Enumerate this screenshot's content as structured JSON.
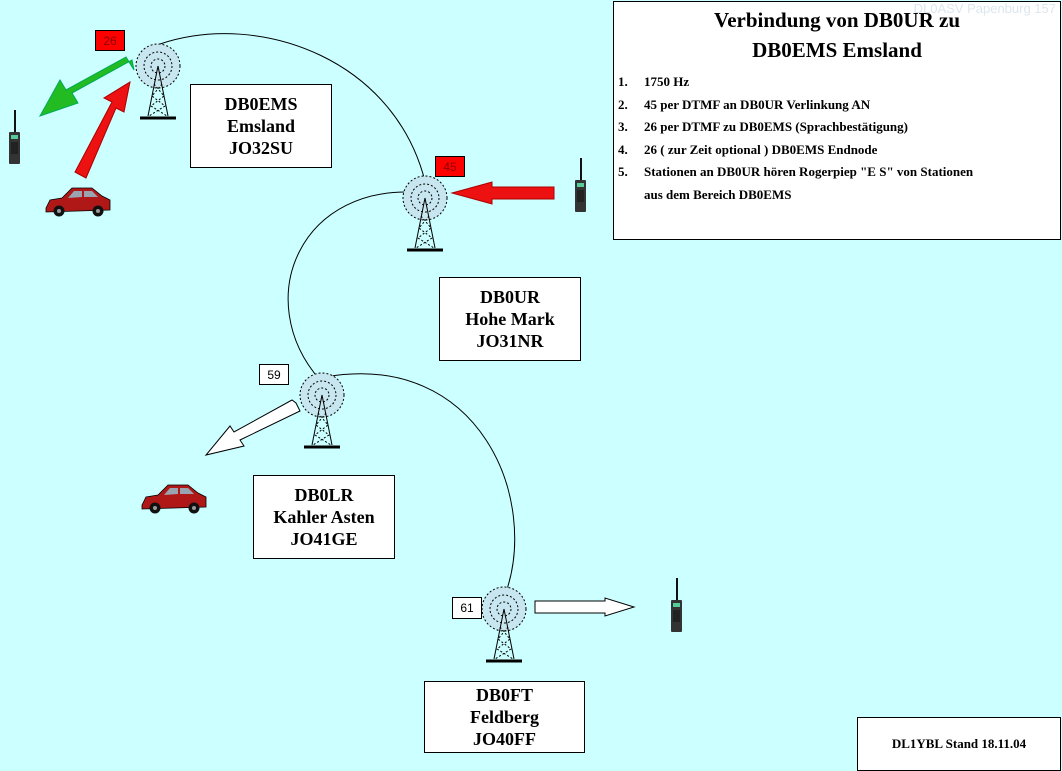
{
  "info_panel": {
    "title_line1": "Verbindung von DB0UR zu",
    "title_line2": "DB0EMS Emsland",
    "watermark": "DL0ASV Papenburg 157",
    "steps": [
      {
        "num": "1.",
        "text": "1750 Hz"
      },
      {
        "num": "2.",
        "text": "45 per DTMF an DB0UR Verlinkung AN"
      },
      {
        "num": "3.",
        "text": "26 per DTMF zu DB0EMS (Sprachbestätigung)"
      },
      {
        "num": "4.",
        "text": "26 ( zur Zeit optional ) DB0EMS  Endnode"
      },
      {
        "num": "5.",
        "text": "Stationen an DB0UR hören Rogerpiep \"E S\" von Stationen"
      },
      {
        "num": "",
        "text": "aus dem Bereich DB0EMS"
      }
    ]
  },
  "stations": [
    {
      "id": "db0ems",
      "call": "DB0EMS",
      "name": "Emsland",
      "locator": "JO32SU",
      "dtmf_code": "26",
      "code_style": "red"
    },
    {
      "id": "db0ur",
      "call": "DB0UR",
      "name": "Hohe Mark",
      "locator": "JO31NR",
      "dtmf_code": "45",
      "code_style": "red"
    },
    {
      "id": "db0lr",
      "call": "DB0LR",
      "name": "Kahler Asten",
      "locator": "JO41GE",
      "dtmf_code": "59",
      "code_style": "white"
    },
    {
      "id": "db0ft",
      "call": "DB0FT",
      "name": "Feldberg",
      "locator": "JO40FF",
      "dtmf_code": "61",
      "code_style": "white"
    }
  ],
  "footer": {
    "text": "DL1YBL Stand 18.11.04"
  },
  "colors": {
    "background": "#ccffff",
    "active_code": "#ff0000",
    "arrow_green": "#22bb22",
    "arrow_red": "#ee1111",
    "arrow_white": "#ffffff",
    "car": "#b01818"
  }
}
